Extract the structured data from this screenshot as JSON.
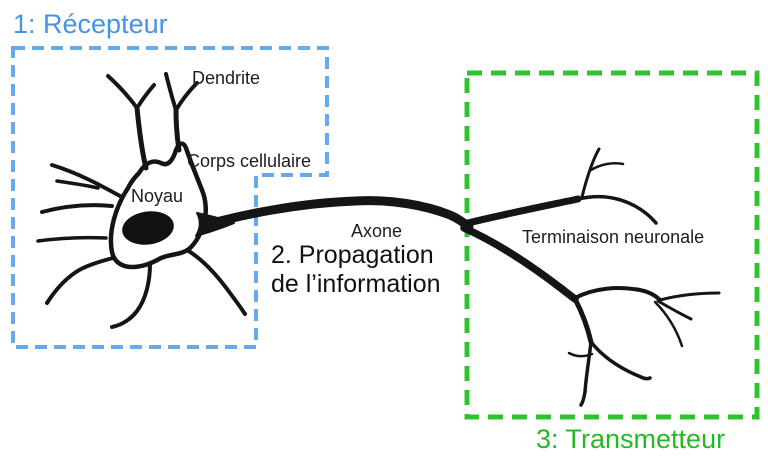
{
  "diagram": {
    "steps": {
      "receptor": "1: Récepteur",
      "propagation_line1": "2. Propagation",
      "propagation_line2": "de l’information",
      "transmitter": "3: Transmetteur"
    },
    "parts": {
      "dendrite": "Dendrite",
      "cell_body": "Corps cellulaire",
      "nucleus": "Noyau",
      "axon": "Axone",
      "nerve_terminal": "Terminaison neuronale"
    },
    "colors": {
      "receptor_text_blue": "#4793e3",
      "receptor_box_blue": "#66aaec",
      "transmitter_green": "#24ba24",
      "ink": "#151515"
    }
  }
}
